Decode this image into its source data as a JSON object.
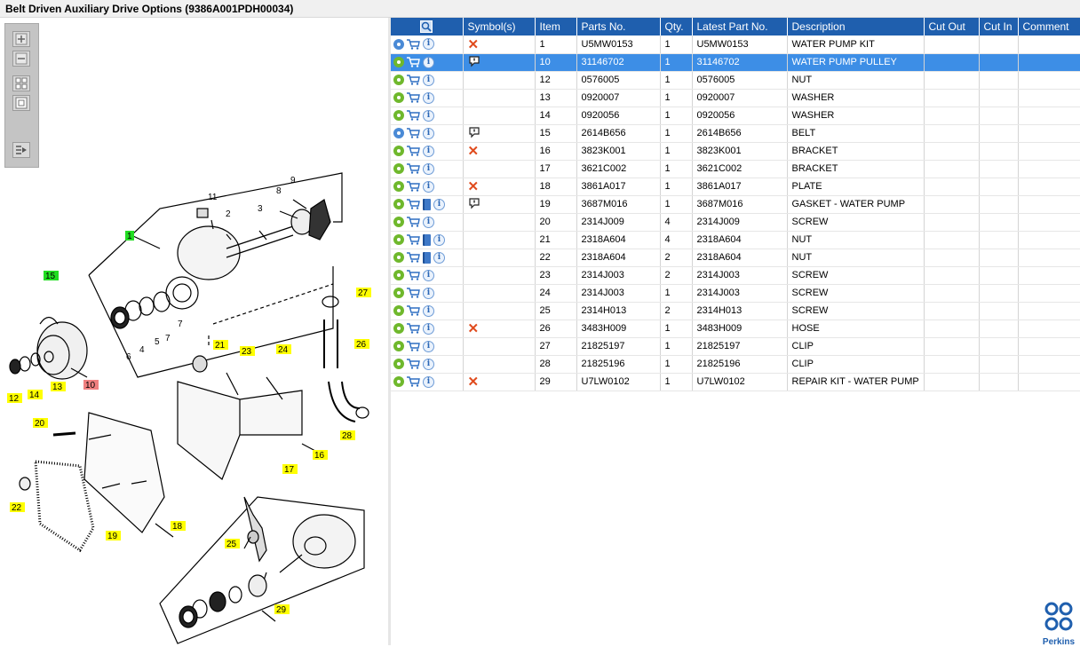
{
  "window": {
    "title": "Belt Driven Auxiliary Drive Options (9386A001PDH00034)"
  },
  "toolbar": {
    "zoom_in_icon": "zoom-in-icon",
    "zoom_out_icon": "zoom-out-icon",
    "fit_icon": "fit-view-icon",
    "reset_icon": "reset-view-icon",
    "export_icon": "export-icon"
  },
  "table": {
    "columns": [
      "",
      "Symbol(s)",
      "Item",
      "Parts No.",
      "Qty.",
      "Latest Part No.",
      "Description",
      "Cut Out",
      "Cut In",
      "Comment"
    ],
    "rows": [
      {
        "item": "1",
        "parts_no": "U5MW0153",
        "qty": "1",
        "latest": "U5MW0153",
        "desc": "WATER PUMP KIT",
        "gear": "blue",
        "book": false,
        "symbol": "x"
      },
      {
        "item": "10",
        "parts_no": "31146702",
        "qty": "1",
        "latest": "31146702",
        "desc": "WATER PUMP PULLEY",
        "gear": "green",
        "book": false,
        "symbol": "note",
        "selected": true
      },
      {
        "item": "12",
        "parts_no": "0576005",
        "qty": "1",
        "latest": "0576005",
        "desc": "NUT",
        "gear": "green",
        "book": false,
        "symbol": ""
      },
      {
        "item": "13",
        "parts_no": "0920007",
        "qty": "1",
        "latest": "0920007",
        "desc": "WASHER",
        "gear": "green",
        "book": false,
        "symbol": ""
      },
      {
        "item": "14",
        "parts_no": "0920056",
        "qty": "1",
        "latest": "0920056",
        "desc": "WASHER",
        "gear": "green",
        "book": false,
        "symbol": ""
      },
      {
        "item": "15",
        "parts_no": "2614B656",
        "qty": "1",
        "latest": "2614B656",
        "desc": "BELT",
        "gear": "blue",
        "book": false,
        "symbol": "note"
      },
      {
        "item": "16",
        "parts_no": "3823K001",
        "qty": "1",
        "latest": "3823K001",
        "desc": "BRACKET",
        "gear": "green",
        "book": false,
        "symbol": "x"
      },
      {
        "item": "17",
        "parts_no": "3621C002",
        "qty": "1",
        "latest": "3621C002",
        "desc": "BRACKET",
        "gear": "green",
        "book": false,
        "symbol": ""
      },
      {
        "item": "18",
        "parts_no": "3861A017",
        "qty": "1",
        "latest": "3861A017",
        "desc": "PLATE",
        "gear": "green",
        "book": false,
        "symbol": "x"
      },
      {
        "item": "19",
        "parts_no": "3687M016",
        "qty": "1",
        "latest": "3687M016",
        "desc": "GASKET - WATER PUMP",
        "gear": "green",
        "book": true,
        "symbol": "note"
      },
      {
        "item": "20",
        "parts_no": "2314J009",
        "qty": "4",
        "latest": "2314J009",
        "desc": "SCREW",
        "gear": "green",
        "book": false,
        "symbol": ""
      },
      {
        "item": "21",
        "parts_no": "2318A604",
        "qty": "4",
        "latest": "2318A604",
        "desc": "NUT",
        "gear": "green",
        "book": true,
        "symbol": ""
      },
      {
        "item": "22",
        "parts_no": "2318A604",
        "qty": "2",
        "latest": "2318A604",
        "desc": "NUT",
        "gear": "green",
        "book": true,
        "symbol": ""
      },
      {
        "item": "23",
        "parts_no": "2314J003",
        "qty": "2",
        "latest": "2314J003",
        "desc": "SCREW",
        "gear": "green",
        "book": false,
        "symbol": ""
      },
      {
        "item": "24",
        "parts_no": "2314J003",
        "qty": "1",
        "latest": "2314J003",
        "desc": "SCREW",
        "gear": "green",
        "book": false,
        "symbol": ""
      },
      {
        "item": "25",
        "parts_no": "2314H013",
        "qty": "2",
        "latest": "2314H013",
        "desc": "SCREW",
        "gear": "green",
        "book": false,
        "symbol": ""
      },
      {
        "item": "26",
        "parts_no": "3483H009",
        "qty": "1",
        "latest": "3483H009",
        "desc": "HOSE",
        "gear": "green",
        "book": false,
        "symbol": "x"
      },
      {
        "item": "27",
        "parts_no": "21825197",
        "qty": "1",
        "latest": "21825197",
        "desc": "CLIP",
        "gear": "green",
        "book": false,
        "symbol": ""
      },
      {
        "item": "28",
        "parts_no": "21825196",
        "qty": "1",
        "latest": "21825196",
        "desc": "CLIP",
        "gear": "green",
        "book": false,
        "symbol": ""
      },
      {
        "item": "29",
        "parts_no": "U7LW0102",
        "qty": "1",
        "latest": "U7LW0102",
        "desc": "REPAIR KIT - WATER PUMP",
        "gear": "green",
        "book": false,
        "symbol": "x"
      }
    ]
  },
  "diagram": {
    "callouts": [
      {
        "label": "1",
        "color": "#22dd22"
      },
      {
        "label": "2",
        "color": ""
      },
      {
        "label": "3",
        "color": ""
      },
      {
        "label": "4",
        "color": ""
      },
      {
        "label": "5",
        "color": ""
      },
      {
        "label": "6",
        "color": ""
      },
      {
        "label": "7",
        "color": ""
      },
      {
        "label": "8",
        "color": ""
      },
      {
        "label": "9",
        "color": ""
      },
      {
        "label": "10",
        "color": "#f08080"
      },
      {
        "label": "11",
        "color": ""
      },
      {
        "label": "12",
        "color": "#ffff00"
      },
      {
        "label": "13",
        "color": "#ffff00"
      },
      {
        "label": "14",
        "color": "#ffff00"
      },
      {
        "label": "15",
        "color": "#22dd22"
      },
      {
        "label": "16",
        "color": "#ffff00"
      },
      {
        "label": "17",
        "color": "#ffff00"
      },
      {
        "label": "18",
        "color": "#ffff00"
      },
      {
        "label": "19",
        "color": "#ffff00"
      },
      {
        "label": "20",
        "color": "#ffff00"
      },
      {
        "label": "21",
        "color": "#ffff00"
      },
      {
        "label": "22",
        "color": "#ffff00"
      },
      {
        "label": "23",
        "color": "#ffff00"
      },
      {
        "label": "24",
        "color": "#ffff00"
      },
      {
        "label": "25",
        "color": "#ffff00"
      },
      {
        "label": "26",
        "color": "#ffff00"
      },
      {
        "label": "27",
        "color": "#ffff00"
      },
      {
        "label": "28",
        "color": "#ffff00"
      },
      {
        "label": "29",
        "color": "#ffff00"
      }
    ]
  },
  "brand": {
    "logo_text": "Perkins",
    "accent": "#1f5fae"
  }
}
